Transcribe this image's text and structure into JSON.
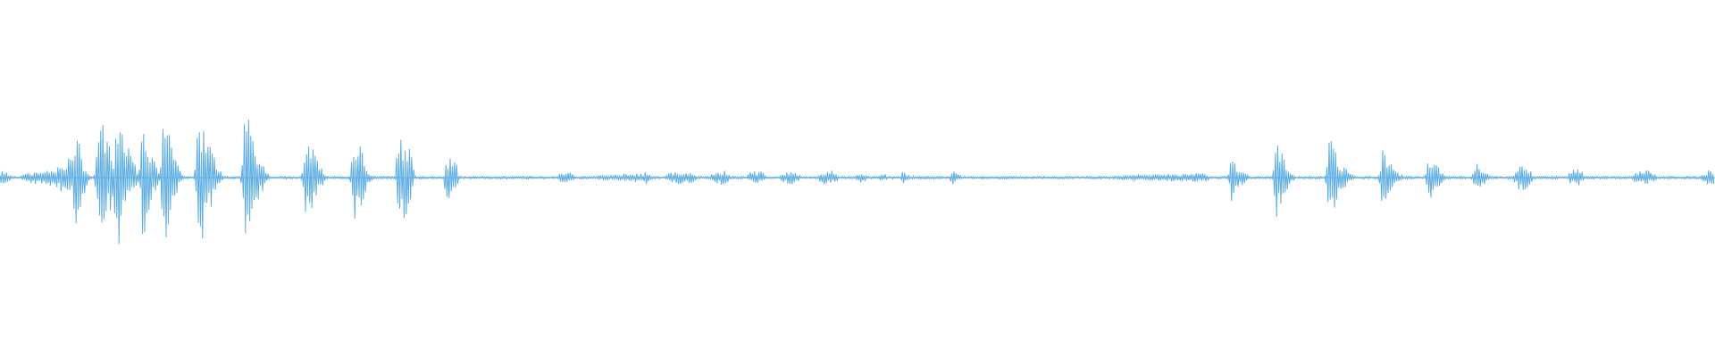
{
  "waveform": {
    "color": "#5dade2",
    "baseline_amplitude": 0.008,
    "sample_step": 1.2,
    "bursts": [
      {
        "t": 0.0,
        "w": 0.012,
        "a": 0.04,
        "s": "blob"
      },
      {
        "t": 0.012,
        "w": 0.018,
        "a": 0.06,
        "s": "ramp"
      },
      {
        "t": 0.03,
        "w": 0.016,
        "a": 0.16,
        "s": "ramp"
      },
      {
        "t": 0.043,
        "w": 0.007,
        "a": 0.36,
        "s": "spike"
      },
      {
        "t": 0.058,
        "w": 0.012,
        "a": 0.38,
        "s": "spike"
      },
      {
        "t": 0.068,
        "w": 0.01,
        "a": 0.48,
        "s": "spike"
      },
      {
        "t": 0.083,
        "w": 0.008,
        "a": 0.43,
        "s": "spike"
      },
      {
        "t": 0.095,
        "w": 0.008,
        "a": 0.5,
        "s": "spike"
      },
      {
        "t": 0.116,
        "w": 0.01,
        "a": 0.47,
        "s": "spike"
      },
      {
        "t": 0.143,
        "w": 0.01,
        "a": 0.44,
        "s": "spike"
      },
      {
        "t": 0.178,
        "w": 0.009,
        "a": 0.32,
        "s": "spike"
      },
      {
        "t": 0.206,
        "w": 0.008,
        "a": 0.36,
        "s": "spike"
      },
      {
        "t": 0.236,
        "w": 0.009,
        "a": 0.26,
        "s": "blob"
      },
      {
        "t": 0.263,
        "w": 0.007,
        "a": 0.16,
        "s": "blob"
      },
      {
        "t": 0.308,
        "w": 0.004,
        "a": 0.012,
        "s": "blob"
      },
      {
        "t": 0.33,
        "w": 0.008,
        "a": 0.035,
        "s": "blob"
      },
      {
        "t": 0.345,
        "w": 0.03,
        "a": 0.03,
        "s": "ramp"
      },
      {
        "t": 0.376,
        "w": 0.004,
        "a": 0.05,
        "s": "spike"
      },
      {
        "t": 0.397,
        "w": 0.015,
        "a": 0.045,
        "s": "blob"
      },
      {
        "t": 0.42,
        "w": 0.01,
        "a": 0.045,
        "s": "blob"
      },
      {
        "t": 0.441,
        "w": 0.009,
        "a": 0.045,
        "s": "blob"
      },
      {
        "t": 0.461,
        "w": 0.01,
        "a": 0.04,
        "s": "blob"
      },
      {
        "t": 0.483,
        "w": 0.01,
        "a": 0.045,
        "s": "blob"
      },
      {
        "t": 0.502,
        "w": 0.006,
        "a": 0.03,
        "s": "blob"
      },
      {
        "t": 0.515,
        "w": 0.004,
        "a": 0.025,
        "s": "blob"
      },
      {
        "t": 0.526,
        "w": 0.004,
        "a": 0.05,
        "s": "spike"
      },
      {
        "t": 0.555,
        "w": 0.005,
        "a": 0.055,
        "s": "spike"
      },
      {
        "t": 0.6,
        "w": 0.002,
        "a": 0.004,
        "s": "blob"
      },
      {
        "t": 0.645,
        "w": 0.06,
        "a": 0.03,
        "s": "ramp"
      },
      {
        "t": 0.718,
        "w": 0.008,
        "a": 0.15,
        "s": "spike"
      },
      {
        "t": 0.744,
        "w": 0.008,
        "a": 0.25,
        "s": "spike"
      },
      {
        "t": 0.775,
        "w": 0.01,
        "a": 0.26,
        "s": "spike"
      },
      {
        "t": 0.806,
        "w": 0.009,
        "a": 0.19,
        "s": "spike"
      },
      {
        "t": 0.833,
        "w": 0.008,
        "a": 0.17,
        "s": "spike"
      },
      {
        "t": 0.86,
        "w": 0.008,
        "a": 0.1,
        "s": "spike"
      },
      {
        "t": 0.888,
        "w": 0.009,
        "a": 0.08,
        "s": "blob"
      },
      {
        "t": 0.919,
        "w": 0.008,
        "a": 0.055,
        "s": "blob"
      },
      {
        "t": 0.959,
        "w": 0.012,
        "a": 0.045,
        "s": "blob"
      },
      {
        "t": 0.997,
        "w": 0.008,
        "a": 0.045,
        "s": "blob"
      }
    ]
  }
}
